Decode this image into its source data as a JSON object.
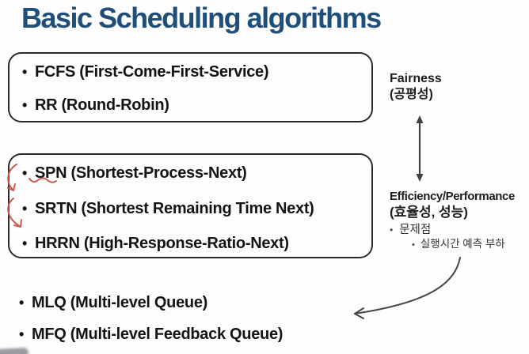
{
  "slide": {
    "title": "Basic Scheduling algorithms",
    "group1": {
      "items": [
        "FCFS (First-Come-First-Service)",
        "RR (Round-Robin)"
      ]
    },
    "group2": {
      "items": [
        "SPN (Shortest-Process-Next)",
        "SRTN (Shortest Remaining Time Next)",
        "HRRN (High-Response-Ratio-Next)"
      ]
    },
    "group3": {
      "items": [
        "MLQ (Multi-level Queue)",
        "MFQ (Multi-level Feedback Queue)"
      ]
    },
    "axis": {
      "fairness_label": "Fairness",
      "fairness_korean": "(공평성)",
      "efficiency_label": "Efficiency/Performance",
      "efficiency_korean": "(효율성, 성능)",
      "note_1": "문제점",
      "note_2": "실행시간 예측 부하"
    },
    "icons": {
      "double_arrow": "vertical-double-headed-arrow",
      "curved_arrow": "curved-arrow-pointing-to-mlq",
      "red_marks": "hand-drawn-red-emphasis-arrows-and-underline"
    },
    "colors": {
      "title": "#1F4E79",
      "body_text": "#141414",
      "box_border": "#2B2B2B",
      "arrow": "#3F4144",
      "annotation_red": "#CC5A4A",
      "background": "#FDFDFE"
    }
  }
}
